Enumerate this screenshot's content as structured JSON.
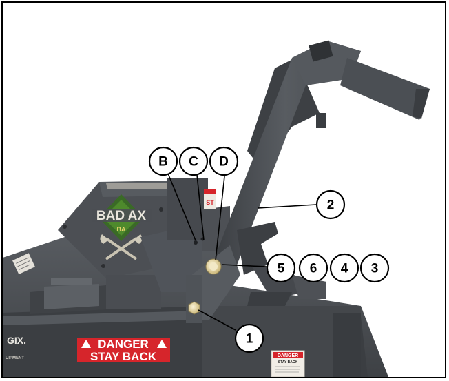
{
  "callouts": {
    "b": "B",
    "c": "C",
    "d": "D",
    "n1": "1",
    "n2": "2",
    "n3": "3",
    "n4": "4",
    "n5": "5",
    "n6": "6"
  },
  "decals": {
    "logo_text": "BAD AX",
    "logo_sub": "BA",
    "danger_line1": "DANGER",
    "danger_line2": "STAY BACK",
    "small_danger_title": "DANGER",
    "small_danger_sub": "STAY BACK",
    "brand_partial": "GIX.",
    "brand_sub_partial": "UIPMENT",
    "side_decal_partial": "ST"
  },
  "colors": {
    "machine_body": "#4a4d52",
    "machine_dark": "#35383c",
    "machine_light": "#62666b",
    "danger_red": "#d6252b",
    "logo_green": "#4e8a2c",
    "hardware_brass": "#e7d7a2"
  }
}
